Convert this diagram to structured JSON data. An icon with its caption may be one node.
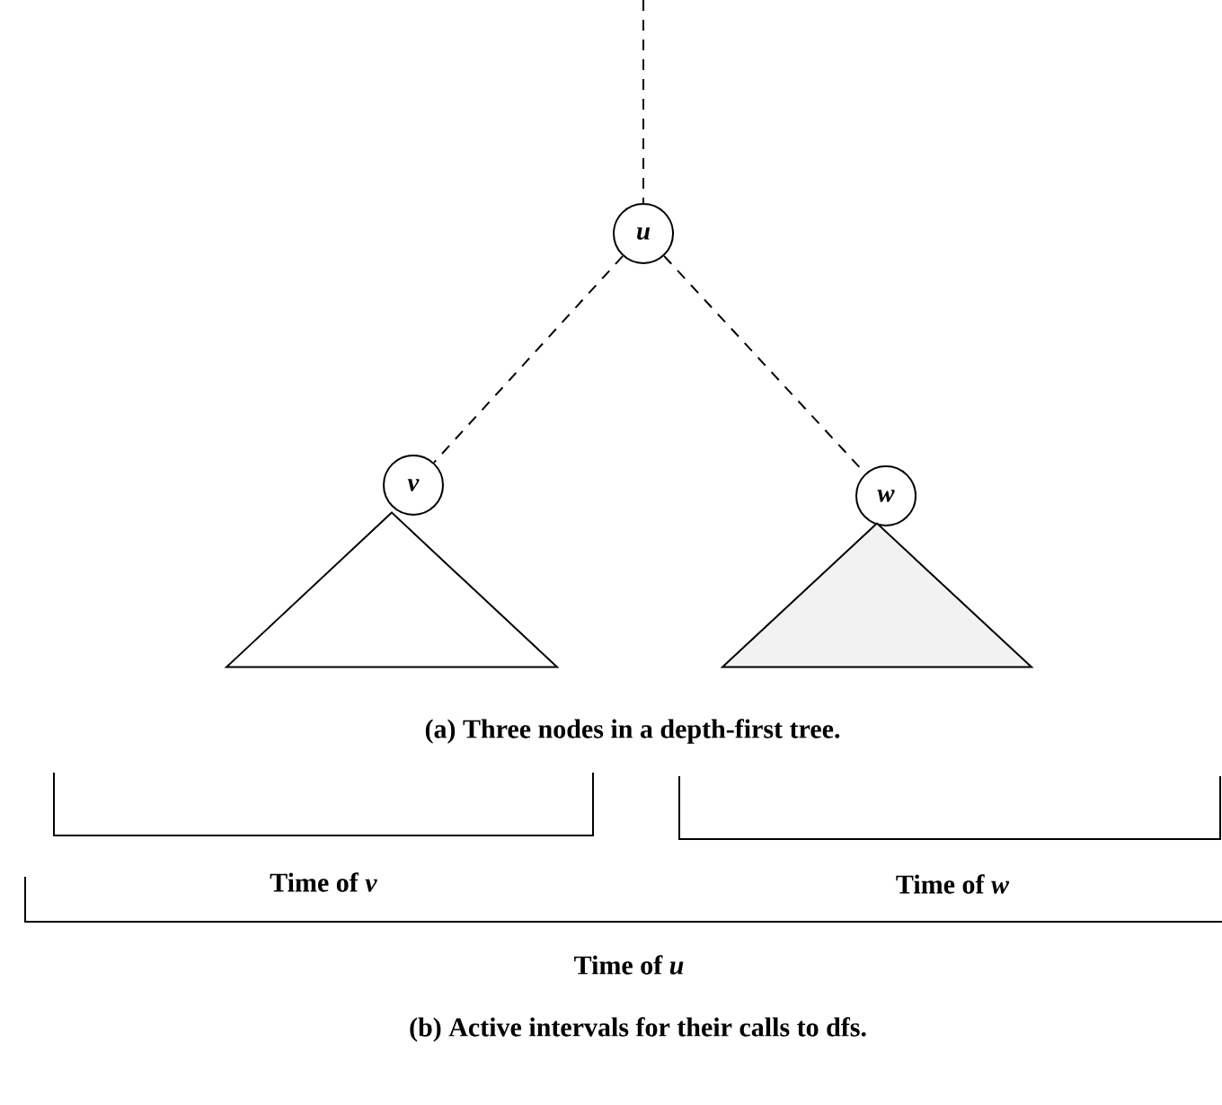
{
  "diagram": {
    "nodes": [
      {
        "text": [
          "*u*"
        ]
      },
      {
        "text": [
          "*v*"
        ]
      },
      {
        "text": [
          "*w*"
        ]
      },
      {
        "text": [],
        "shape": "triangle"
      },
      {
        "text": [],
        "shape": "triangle"
      }
    ],
    "edges": [
      {
        "from": null,
        "to": 0,
        "arrow": "none",
        "style": "dashed"
      },
      {
        "from": 0,
        "to": 1,
        "arrow": "none",
        "style": "dashed"
      },
      {
        "from": 0,
        "to": 2,
        "arrow": "none",
        "style": "dashed"
      }
    ],
    "labels": [
      "(a) Three nodes in a depth-first tree.",
      "Time of *v*",
      "Time of *w*",
      "Time of *u*",
      "(b) Active intervals for their calls to dfs."
    ]
  }
}
